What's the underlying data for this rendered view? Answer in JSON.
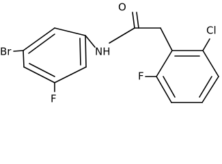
{
  "molecule": {
    "labels": {
      "oxygen": "O",
      "amide_nh": "NH",
      "bromine": "Br",
      "fluorine_left": "F",
      "fluorine_right": "F",
      "chlorine": "Cl"
    }
  }
}
